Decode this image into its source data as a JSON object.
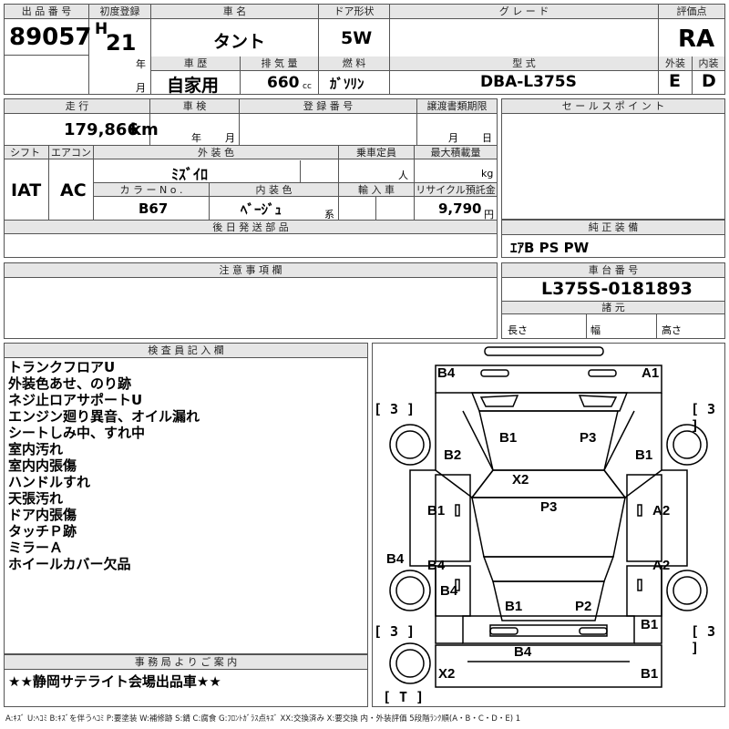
{
  "headers": {
    "lot_no": "出 品 番 号",
    "first_reg": "初度登録",
    "car_name": "車 名",
    "door": "ドア形状",
    "grade": "グ レ ー ド",
    "score": "評価点",
    "history": "車 歴",
    "displacement": "排 気 量",
    "fuel": "燃 料",
    "model": "型 式",
    "exterior": "外装",
    "interior": "内装",
    "mileage": "走 行",
    "inspection": "車 検",
    "reg_no": "登 録 番 号",
    "transfer": "譲渡書類期限",
    "sales_point": "セ ー ル ス ポ イ ン ト",
    "shift": "シフト",
    "aircon": "エアコン",
    "ext_color": "外 装 色",
    "capacity": "乗車定員",
    "max_load": "最大積載量",
    "color_no": "カ ラ ー  N o .",
    "int_color": "内 装 色",
    "import": "輸 入 車",
    "recycle": "リサイクル預託金",
    "later_parts": "後 日 発 送 部 品",
    "equipment": "純 正 装 備",
    "caution": "注 意 事 項 欄",
    "chassis": "車 台 番 号",
    "dimensions": "諸 元",
    "inspector": "検 査 員 記 入 欄",
    "office": "事 務 局 よ り ご 案 内"
  },
  "vehicle": {
    "lot_number": "89057",
    "era": "H",
    "year": "21",
    "year_unit": "年",
    "month_unit": "月",
    "name": "タント",
    "door_type": "5W",
    "grade": "",
    "score": "RA",
    "history": "自家用",
    "displacement": "660",
    "displacement_unit": "cc",
    "fuel": "ｶﾞｿﾘﾝ",
    "model_code": "DBA-L375S",
    "exterior_grade": "E",
    "interior_grade": "D",
    "mileage": "179,866",
    "mileage_unit": "km",
    "inspection_year_unit": "年",
    "inspection_month_unit": "月",
    "transfer_month_unit": "月",
    "transfer_day_unit": "日",
    "shift": "IAT",
    "aircon": "AC",
    "ext_color": "ﾐｽﾞｲﾛ",
    "capacity_unit": "人",
    "load_unit": "kg",
    "color_no": "B67",
    "int_color": "ﾍﾞｰｼﾞｭ",
    "int_color_suffix": "系",
    "recycle_fee": "9,790",
    "recycle_unit": "円",
    "equipment": "ｴｱB PS PW",
    "chassis_no": "L375S-0181893",
    "dim_length": "長さ",
    "dim_width": "幅",
    "dim_height": "高さ"
  },
  "inspector_notes": [
    "トランクフロアU",
    "外装色あせ、のり跡",
    "ネジ止ロアサポートU",
    "エンジン廻り異音、オイル漏れ",
    "シートしみ中、すれ中",
    "室内汚れ",
    "室内内張傷",
    "ハンドルすれ",
    "天張汚れ",
    "ドア内張傷",
    "タッチＰ跡",
    "ミラーＡ",
    "ホイールカバー欠品"
  ],
  "office_note": "★★静岡サテライト会場出品車★★",
  "diagram": {
    "brackets": [
      "[ 3 ]",
      "[ 3 ]",
      "[ 3 ]",
      "[ 3 ]",
      "[ T ]"
    ],
    "marks": {
      "front_left": "B4",
      "front_right": "A1",
      "hood_left": "B1",
      "hood_right": "P3",
      "fender_left": "B2",
      "fender_right": "B1",
      "windshield": "X2",
      "door_fl": "B1",
      "roof": "P3",
      "door_fr": "A2",
      "rocker_left": "B4",
      "door_rl": "B4",
      "door_rr": "A2",
      "quarter_left": "B4",
      "trunk_left": "B1",
      "trunk_right": "P2",
      "rear_right": "B1",
      "bumper_rear": "B4",
      "rear_left_corner": "X2",
      "rear_right_corner": "B1"
    }
  },
  "legend": "A:ｷｽﾞ U:ﾍｺﾐ B:ｷｽﾞを伴うﾍｺﾐ P:要塗装 W:補修跡 S:錆 C:腐食 G:ﾌﾛﾝﾄｶﾞﾗｽ点ｷｽﾞ XX:交換済み X:要交換  内・外装評価 5段階ﾗﾝｸ順(A・B・C・D・E) 1"
}
